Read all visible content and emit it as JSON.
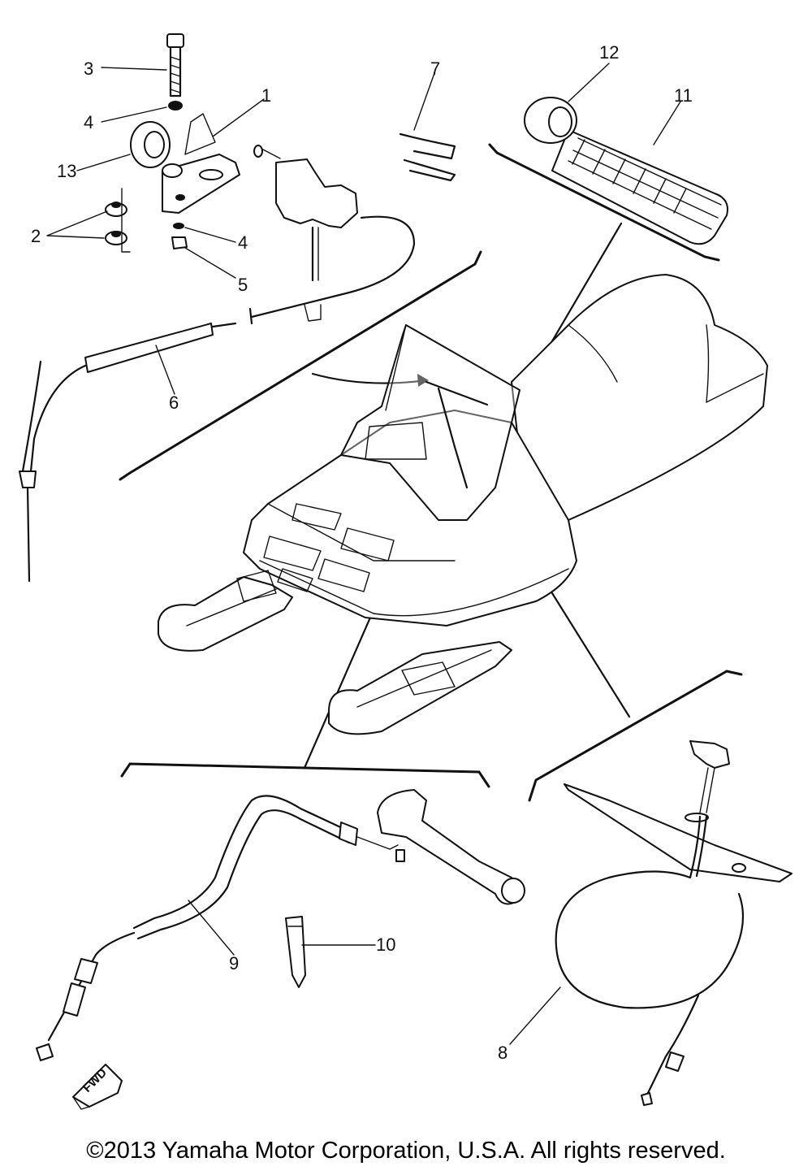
{
  "diagram": {
    "callouts": [
      {
        "id": "1",
        "label": "1"
      },
      {
        "id": "2",
        "label": "2"
      },
      {
        "id": "3",
        "label": "3"
      },
      {
        "id": "4a",
        "label": "4"
      },
      {
        "id": "4b",
        "label": "4"
      },
      {
        "id": "5",
        "label": "5"
      },
      {
        "id": "6",
        "label": "6"
      },
      {
        "id": "7",
        "label": "7"
      },
      {
        "id": "8",
        "label": "8"
      },
      {
        "id": "9",
        "label": "9"
      },
      {
        "id": "10",
        "label": "10"
      },
      {
        "id": "11",
        "label": "11"
      },
      {
        "id": "12",
        "label": "12"
      },
      {
        "id": "13",
        "label": "13"
      }
    ],
    "fwd_mark": "FWD"
  },
  "footer": {
    "copyright": "©2013 Yamaha Motor Corporation, U.S.A. All rights reserved."
  }
}
